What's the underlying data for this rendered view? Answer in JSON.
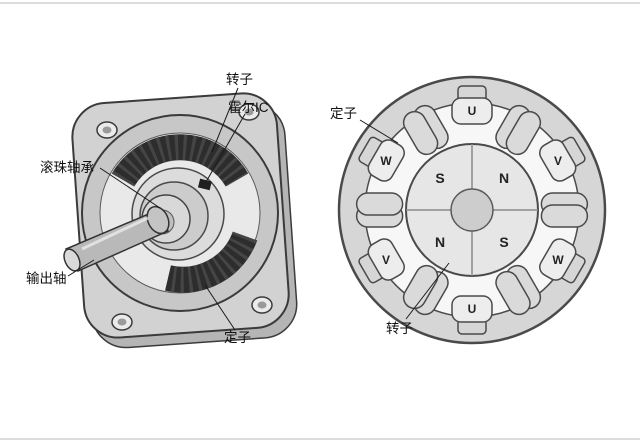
{
  "left_diagram": {
    "labels": {
      "rotor": "转子",
      "hall_ic": "霍尔IC",
      "ball_bearing": "滚珠轴承",
      "output_shaft": "输出轴",
      "stator": "定子"
    }
  },
  "right_diagram": {
    "labels": {
      "stator": "定子",
      "rotor": "转子"
    },
    "phases": {
      "top": "U",
      "upper_right": "V",
      "lower_right": "W",
      "bottom": "U",
      "lower_left": "V",
      "upper_left": "W"
    },
    "rotor_poles": {
      "upper_left": "S",
      "upper_right": "N",
      "lower_left": "N",
      "lower_right": "S"
    }
  },
  "colors": {
    "outline": "#3b3b3b",
    "metal_light": "#e8e8e8",
    "metal_mid": "#cfcfcf",
    "metal_dark": "#b9b9b9",
    "coil_dark": "#2d2d2d",
    "background": "#ffffff"
  }
}
